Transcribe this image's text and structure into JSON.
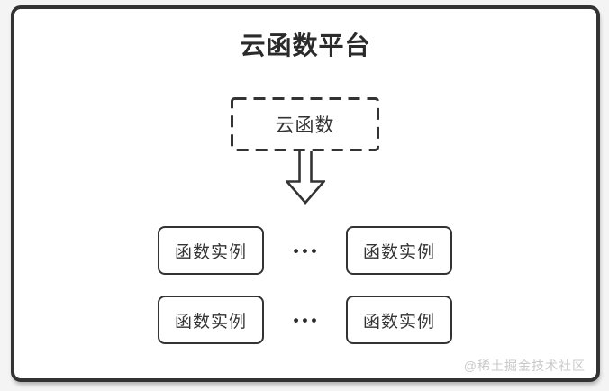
{
  "diagram": {
    "title": "云函数平台",
    "cloud_function": {
      "label": "云函数"
    },
    "rows": [
      {
        "left": "函数实例",
        "dots": "•••",
        "right": "函数实例"
      },
      {
        "left": "函数实例",
        "dots": "•••",
        "right": "函数实例"
      }
    ],
    "watermark": "@稀土掘金技术社区",
    "colors": {
      "line": "#333333",
      "text": "#2b2b2b",
      "watermark": "#c9c9c9",
      "card_background": "#ffffff",
      "page_background": "#f4f4f4"
    }
  }
}
